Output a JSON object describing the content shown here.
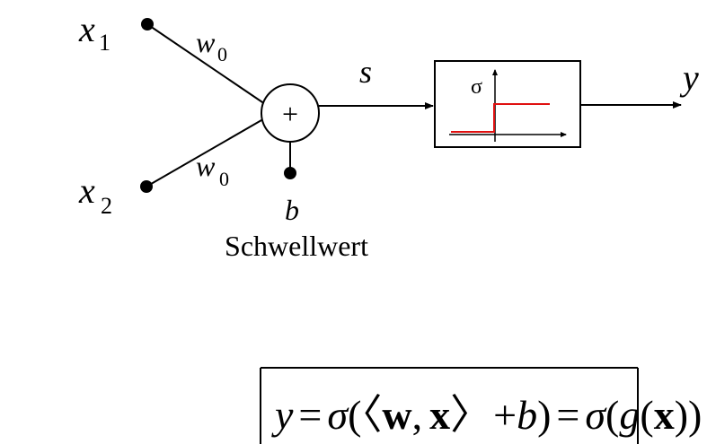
{
  "inputs": [
    {
      "symbol": "x",
      "subscript": "1"
    },
    {
      "symbol": "x",
      "subscript": "2"
    }
  ],
  "weights": [
    {
      "symbol": "w",
      "subscript": "0"
    },
    {
      "symbol": "w",
      "subscript": "0"
    }
  ],
  "summation": {
    "symbol": "+"
  },
  "sum_output": {
    "symbol": "s"
  },
  "bias": {
    "symbol": "b",
    "label": "Schwellwert"
  },
  "activation": {
    "symbol": "σ"
  },
  "output": {
    "symbol": "y"
  },
  "formula": {
    "y": "y",
    "eq1": "=",
    "sigma1": "σ",
    "open1": "(〈",
    "w": "w",
    "comma": ",",
    "x1": "x",
    "close1": "〉",
    "plus": "+",
    "b": "b",
    "close2": ")",
    "eq2": "=",
    "sigma2": "σ",
    "open2": "(",
    "g": "g",
    "open3": "(",
    "x2": "x",
    "close3": "))"
  },
  "colors": {
    "line": "#000000",
    "step_function": "#e01010"
  }
}
